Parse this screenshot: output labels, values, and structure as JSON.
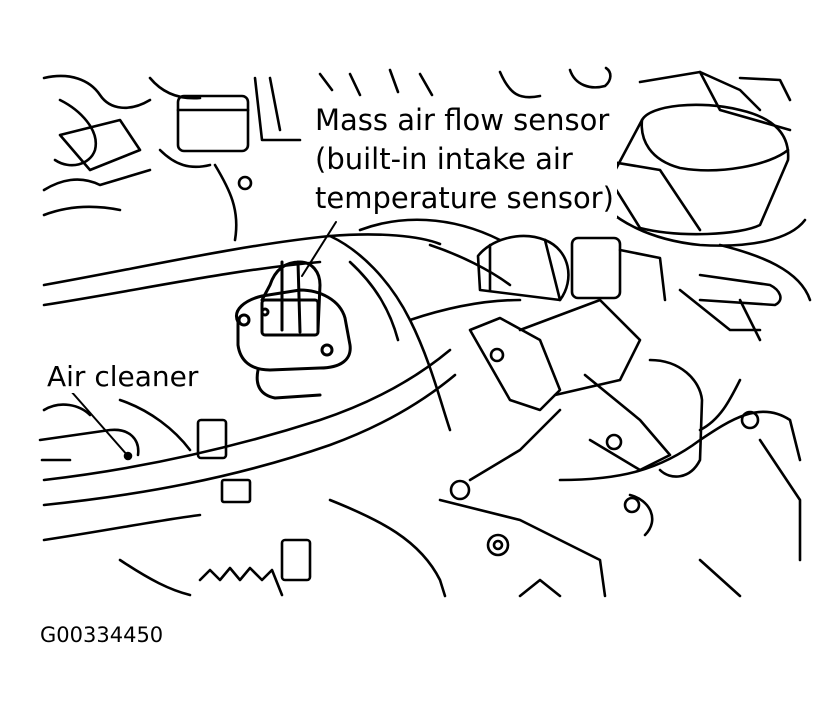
{
  "labels": {
    "maf_line1": "Mass air flow sensor",
    "maf_line2": "(built-in intake air",
    "maf_line3": "temperature sensor)",
    "air_cleaner": "Air cleaner"
  },
  "figure_code": "G00334450",
  "colors": {
    "ink": "#000000",
    "paper": "#ffffff"
  }
}
